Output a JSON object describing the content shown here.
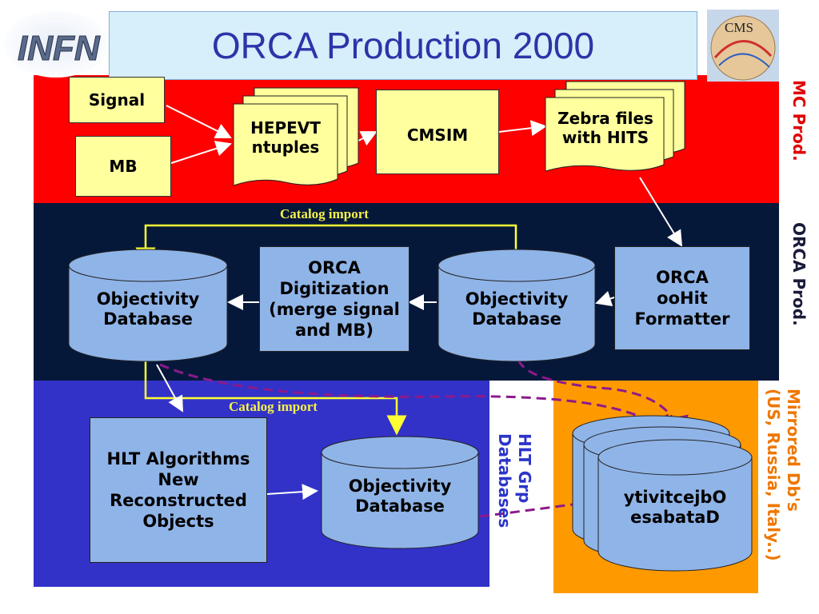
{
  "title": "ORCA Production 2000",
  "logos": {
    "left": "INFN",
    "right": "CMS"
  },
  "colors": {
    "mc_band": "#fe0000",
    "orca_band": "#06183a",
    "hlt_band": "#3232c8",
    "mirror_band": "#ff9900",
    "arrow_white": "#ffffff",
    "arrow_yellow": "#ffff33",
    "arrow_purple": "#8c1a8c"
  },
  "mc": {
    "signal": "Signal",
    "mb": "MB",
    "hepevt": "HEPEVT\nntuples",
    "cmsim": "CMSIM",
    "zebra": "Zebra files\nwith HITS"
  },
  "orca": {
    "catalog_import": "Catalog import",
    "db_left": "Objectivity\nDatabase",
    "digitization": "ORCA\nDigitization\n(merge signal\nand MB)",
    "db_mid": "Objectivity\nDatabase",
    "oohit": "ORCA\nooHit\nFormatter"
  },
  "hlt": {
    "catalog_import": "Catalog import",
    "algorithms": "HLT Algorithms\nNew\nReconstructed\nObjects",
    "db": "Objectivity\nDatabase",
    "grp_label": "HLT Grp\nDatabases"
  },
  "mirror": {
    "db": "ytivitcejbO\nesabataD"
  },
  "side_labels": {
    "mc_prod": "MC Prod.",
    "orca_prod": "ORCA Prod.",
    "mirrored": "Mirrored Db's\n(US, Russia, Italy..)"
  }
}
